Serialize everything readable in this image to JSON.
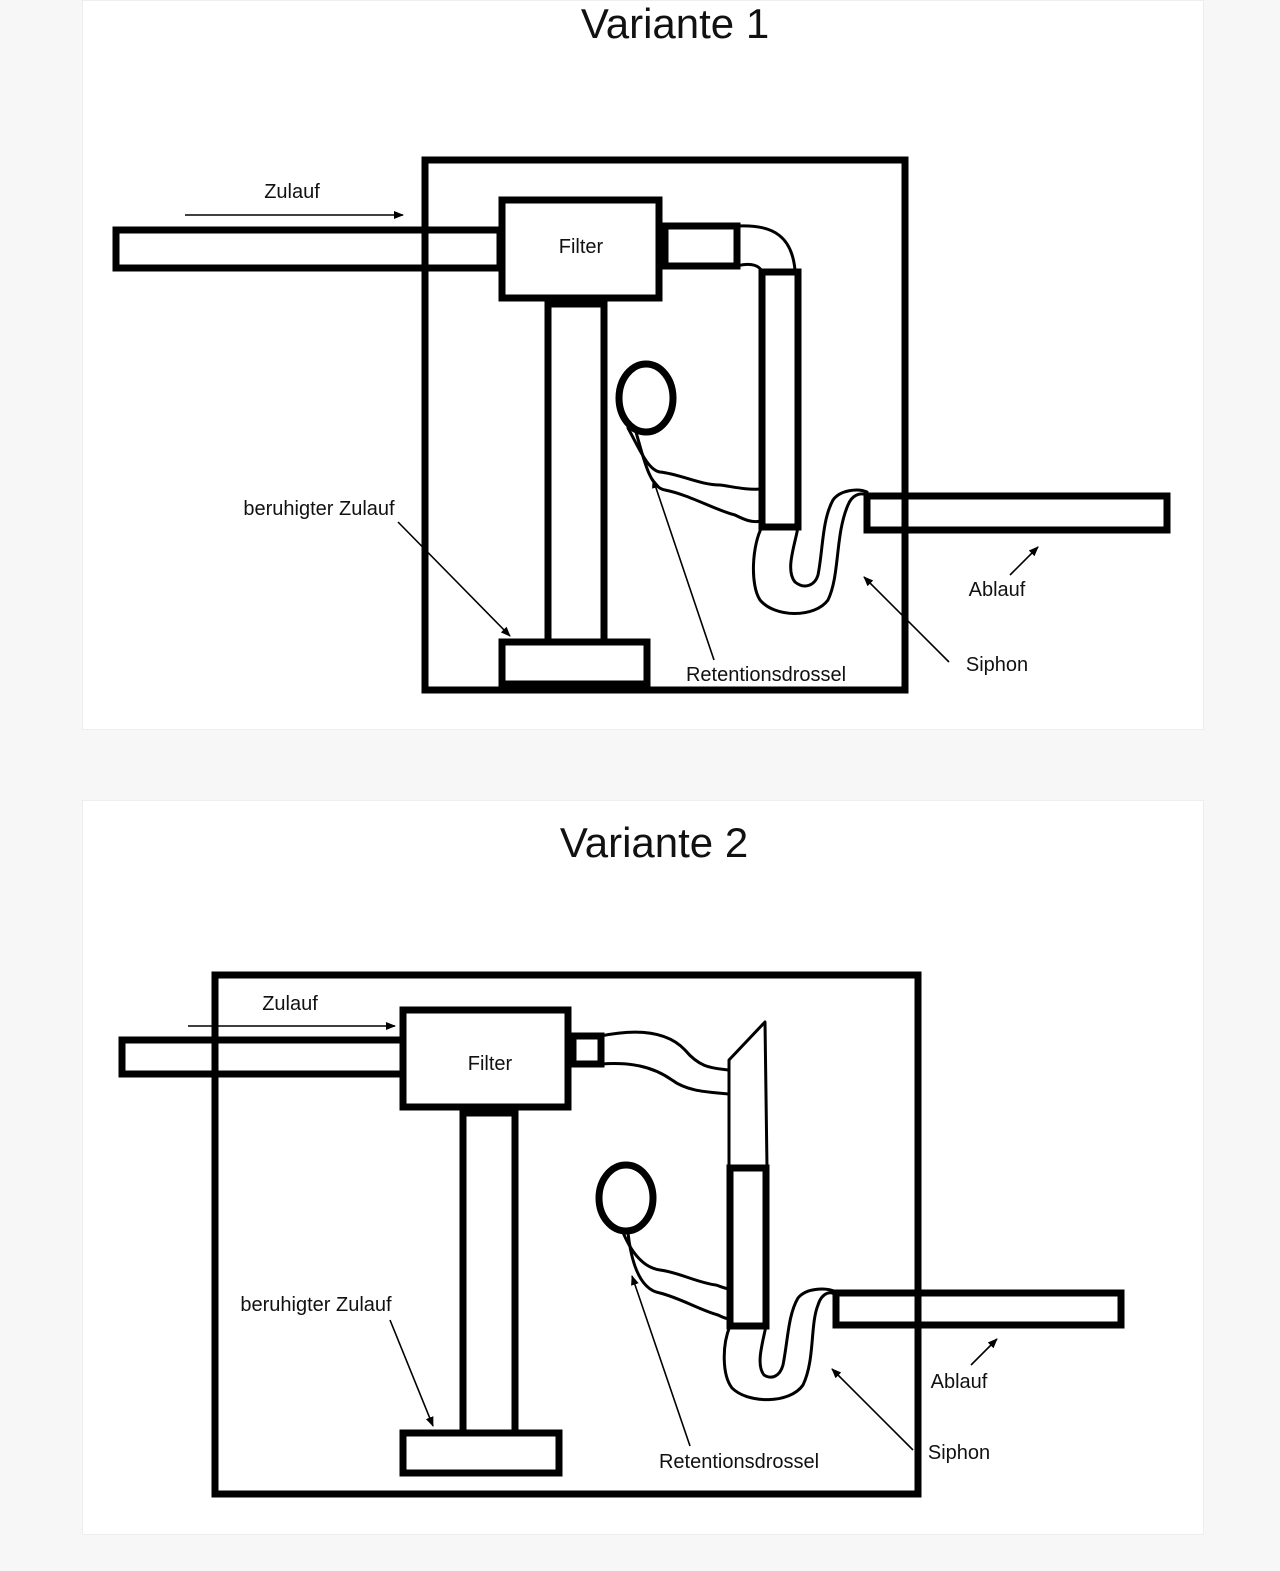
{
  "diagram_1": {
    "title": "Variante 1",
    "labels": {
      "inlet": "Zulauf",
      "filter": "Filter",
      "calmed_inlet": "beruhigter Zulauf",
      "retention_throttle": "Retentionsdrossel",
      "outlet": "Ablauf",
      "siphon": "Siphon"
    }
  },
  "diagram_2": {
    "title": "Variante 2",
    "labels": {
      "inlet": "Zulauf",
      "filter": "Filter",
      "calmed_inlet": "beruhigter Zulauf",
      "retention_throttle": "Retentionsdrossel",
      "outlet": "Ablauf",
      "siphon": "Siphon"
    }
  },
  "colors": {
    "line": "#000000",
    "panel": "#ffffff",
    "background": "#f7f7f7"
  }
}
